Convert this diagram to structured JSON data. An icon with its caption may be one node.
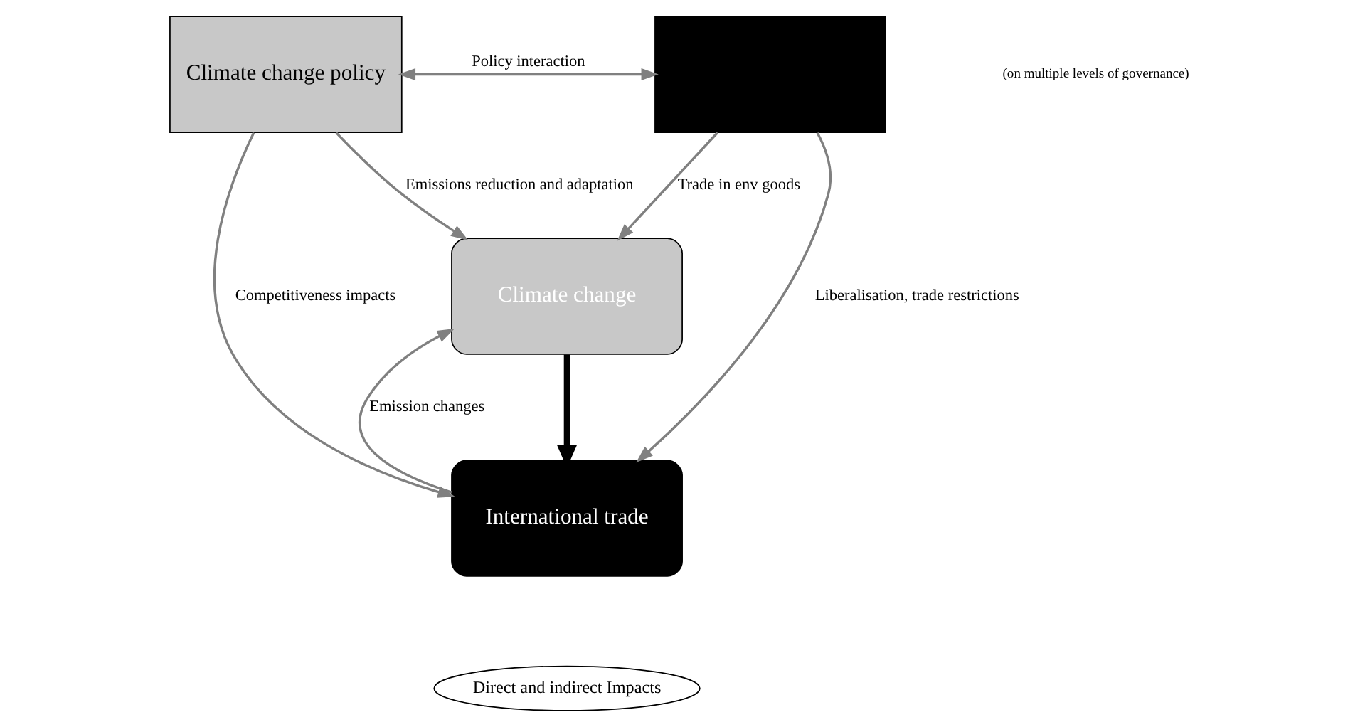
{
  "diagram": {
    "nodes": [
      {
        "text": [
          "Climate change policy"
        ]
      },
      {
        "text": [],
        "shape": "box"
      },
      {
        "text": [
          "Climate change"
        ]
      },
      {
        "text": [
          "International trade"
        ]
      },
      {
        "text": [
          "Direct and indirect Impacts"
        ]
      }
    ],
    "edges": [
      {
        "from": 0,
        "to": 1,
        "arrow": "both",
        "label": "Policy interaction"
      },
      {
        "from": 0,
        "to": 2,
        "arrow": "to",
        "label": "Emissions reduction and adaptation"
      },
      {
        "from": 1,
        "to": 3,
        "arrow": "to",
        "label": "Liberalisation, trade restrictions"
      },
      {
        "from": 1,
        "to": 2,
        "arrow": "to",
        "label": "Trade in env goods"
      },
      {
        "from": 0,
        "to": 3,
        "arrow": "to",
        "label": "Competitiveness impacts"
      },
      {
        "from": 3,
        "to": 2,
        "arrow": "to",
        "label": "Emission changes"
      },
      {
        "from": 2,
        "to": 3,
        "arrow": "to",
        "style": "thick",
        "color": "#000000"
      }
    ],
    "labels": [
      "(on multiple levels of governance)"
    ]
  }
}
